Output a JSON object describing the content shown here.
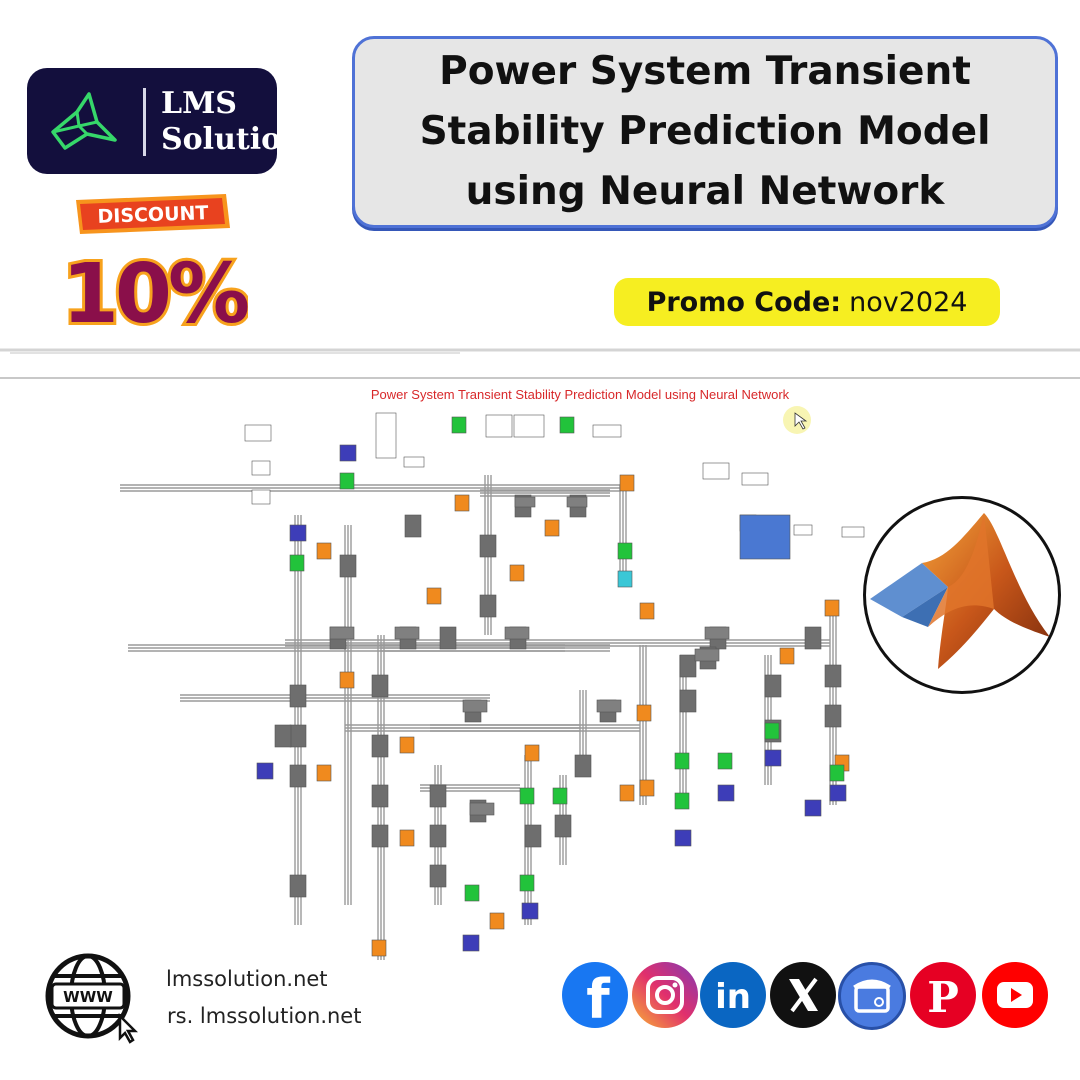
{
  "logo": {
    "line1": "LMS",
    "line2": "Solution"
  },
  "discount": {
    "label": "DISCOUNT",
    "value": "10%"
  },
  "title": "Power System Transient Stability Prediction Model using Neural Network",
  "promo": {
    "label": "Promo Code:",
    "code": "nov2024"
  },
  "screenshot": {
    "title": "Power System Transient Stability Prediction Model using Neural Network"
  },
  "footer": {
    "url1": "lmssolution.net",
    "url2": "rs. lmssolution.net",
    "www_label": "WWW"
  },
  "social": [
    {
      "name": "facebook-icon",
      "color": "#1877f2"
    },
    {
      "name": "instagram-icon",
      "color": "#d62976"
    },
    {
      "name": "linkedin-icon",
      "color": "#0a66c2"
    },
    {
      "name": "x-icon",
      "color": "#111111"
    },
    {
      "name": "google-business-icon",
      "color": "#4a7be0"
    },
    {
      "name": "pinterest-icon",
      "color": "#e60023"
    },
    {
      "name": "youtube-icon",
      "color": "#ff0000"
    }
  ],
  "colors": {
    "title_border": "#4f72d6",
    "promo_bg": "#f6ee21",
    "logo_bg": "#130f3d",
    "accent_red": "#d8282a"
  }
}
